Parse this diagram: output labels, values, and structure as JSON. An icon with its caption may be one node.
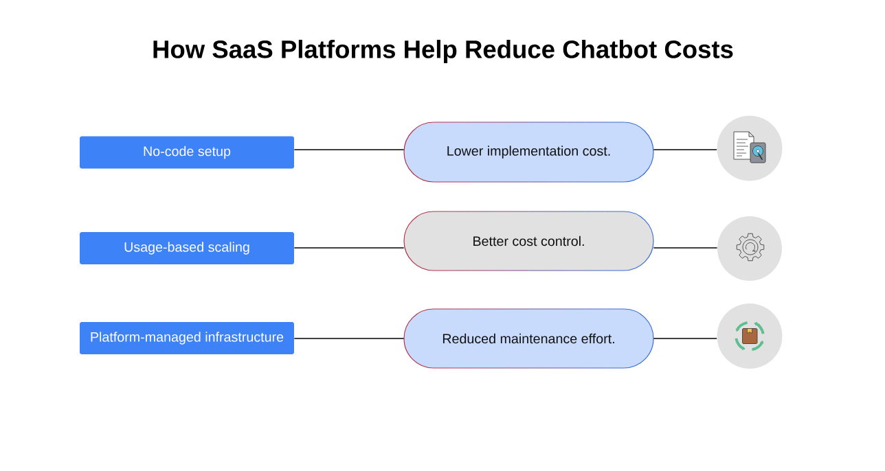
{
  "diagram": {
    "title": "How SaaS Platforms Help Reduce Chatbot Costs",
    "nodes": [
      {
        "text": [
          "No-code setup"
        ]
      },
      {
        "text": [
          "Lower implementation cost."
        ]
      },
      {
        "text": [],
        "shape": "circle"
      },
      {
        "text": [
          "Usage-based scaling"
        ]
      },
      {
        "text": [
          "Better cost control."
        ]
      },
      {
        "text": [],
        "shape": "circle"
      },
      {
        "text": [
          "Platform-managed infrastructure"
        ]
      },
      {
        "text": [
          "Reduced maintenance effort."
        ]
      },
      {
        "text": [],
        "shape": "circle"
      }
    ],
    "edges": [
      {
        "from": 0,
        "to": 1,
        "arrow": "none"
      },
      {
        "from": 1,
        "to": 2,
        "arrow": "none"
      },
      {
        "from": 3,
        "to": 4,
        "arrow": "none"
      },
      {
        "from": 4,
        "to": 5,
        "arrow": "none"
      },
      {
        "from": 6,
        "to": 7,
        "arrow": "none"
      },
      {
        "from": 7,
        "to": 8,
        "arrow": "none"
      }
    ]
  }
}
